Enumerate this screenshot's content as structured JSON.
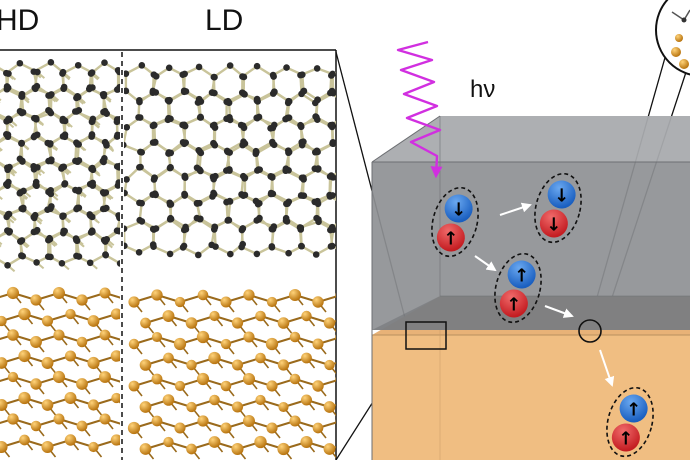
{
  "panels": {
    "left_label": "HD",
    "right_label": "LD"
  },
  "light": {
    "label": "hν",
    "color": "#d12fe0"
  },
  "carriers": {
    "electron_color": "#1f6fd1",
    "hole_color": "#d9252b",
    "spin_up": "↑",
    "spin_down": "↓",
    "pairs": [
      {
        "electron_spin": "down",
        "hole_spin": "up"
      },
      {
        "electron_spin": "down",
        "hole_spin": "down"
      },
      {
        "electron_spin": "up",
        "hole_spin": "up"
      },
      {
        "electron_spin": "up",
        "hole_spin": "up"
      }
    ]
  },
  "colors": {
    "carbon_bond": "#c9c49a",
    "carbon_atom": "#2b2b2b",
    "metal_atom": "#d7921e",
    "top_layer": "#8e9094",
    "bottom_layer": "#f0be82"
  }
}
